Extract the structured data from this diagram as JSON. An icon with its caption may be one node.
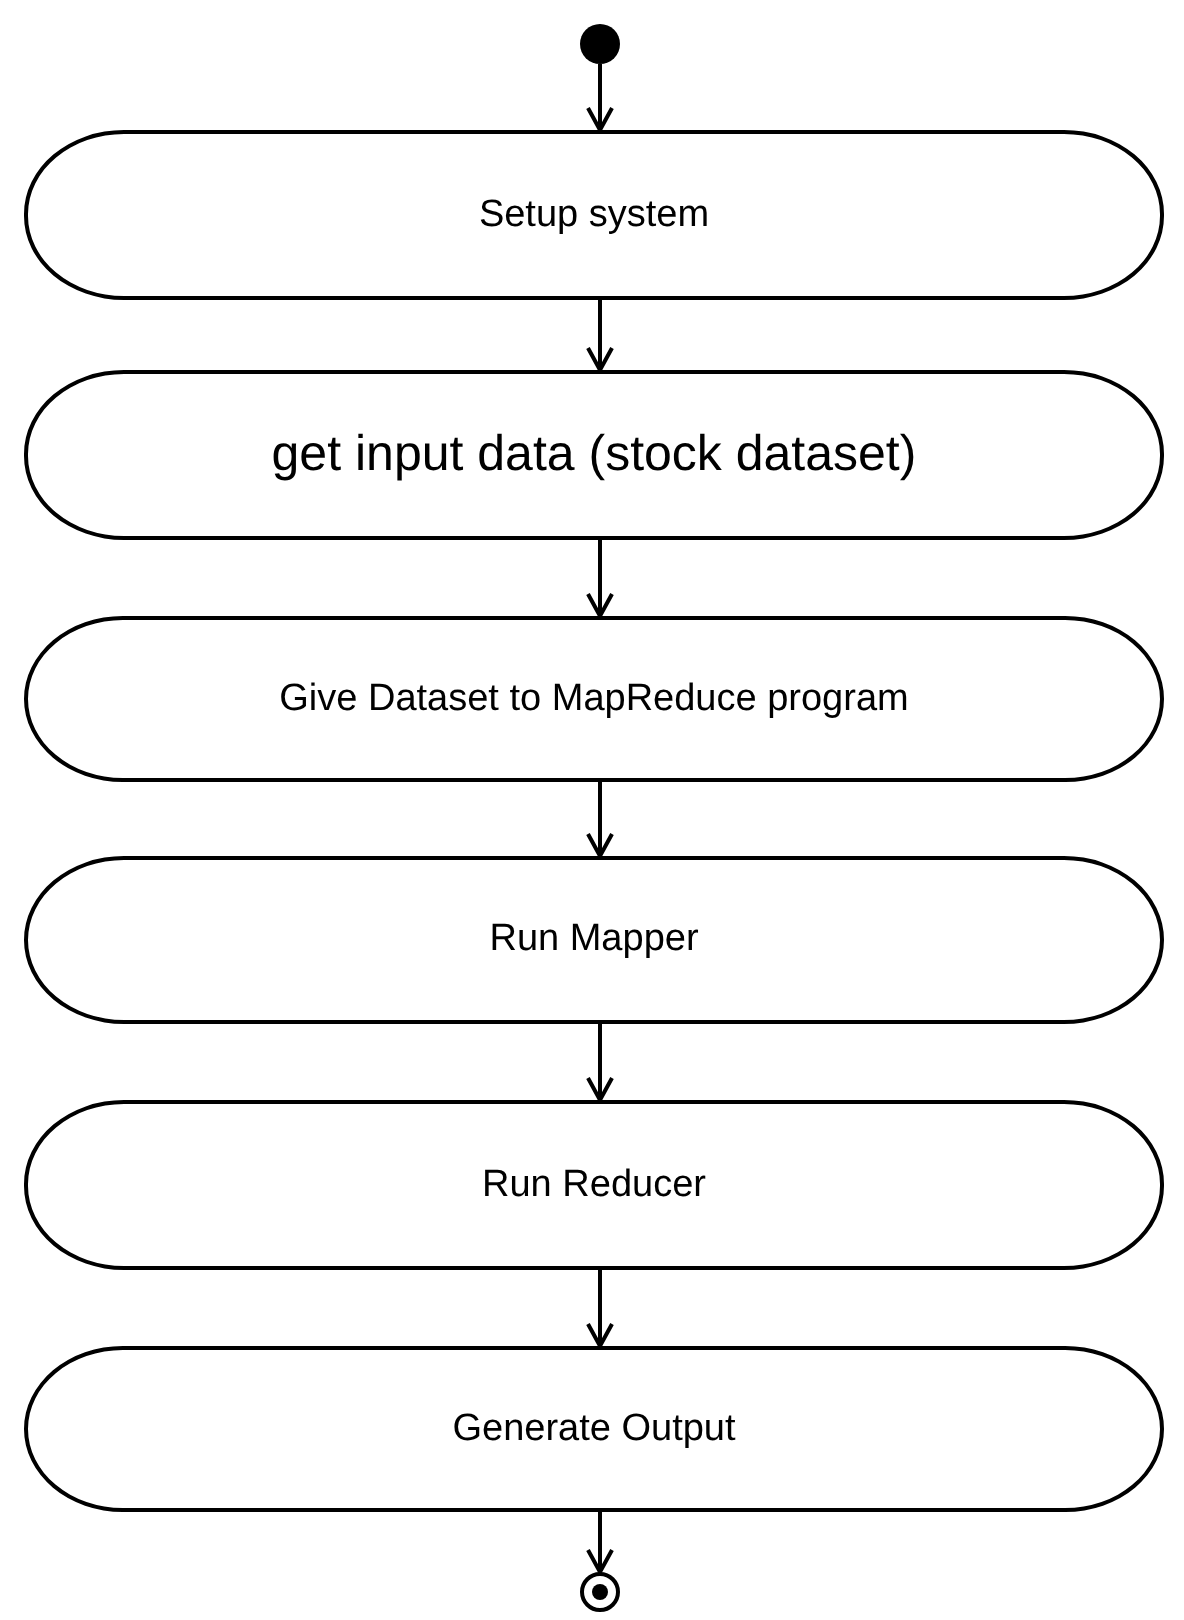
{
  "diagram": {
    "nodes": [
      {
        "text": [],
        "shape": "circle"
      },
      {
        "text": [
          "Setup system"
        ]
      },
      {
        "text": [
          "get input data (stock dataset)"
        ]
      },
      {
        "text": [
          "Give Dataset to MapReduce program"
        ]
      },
      {
        "text": [
          "Run Mapper"
        ]
      },
      {
        "text": [
          "Run Reducer"
        ]
      },
      {
        "text": [
          "Generate Output"
        ]
      },
      {
        "text": [],
        "shape": "bullseye"
      }
    ],
    "edges": [
      {
        "from": 0,
        "to": 1,
        "arrow": "to"
      },
      {
        "from": 1,
        "to": 2,
        "arrow": "to"
      },
      {
        "from": 2,
        "to": 3,
        "arrow": "to"
      },
      {
        "from": 3,
        "to": 4,
        "arrow": "to"
      },
      {
        "from": 4,
        "to": 5,
        "arrow": "to"
      },
      {
        "from": 5,
        "to": 6,
        "arrow": "to"
      },
      {
        "from": 6,
        "to": 7,
        "arrow": "to"
      }
    ]
  }
}
